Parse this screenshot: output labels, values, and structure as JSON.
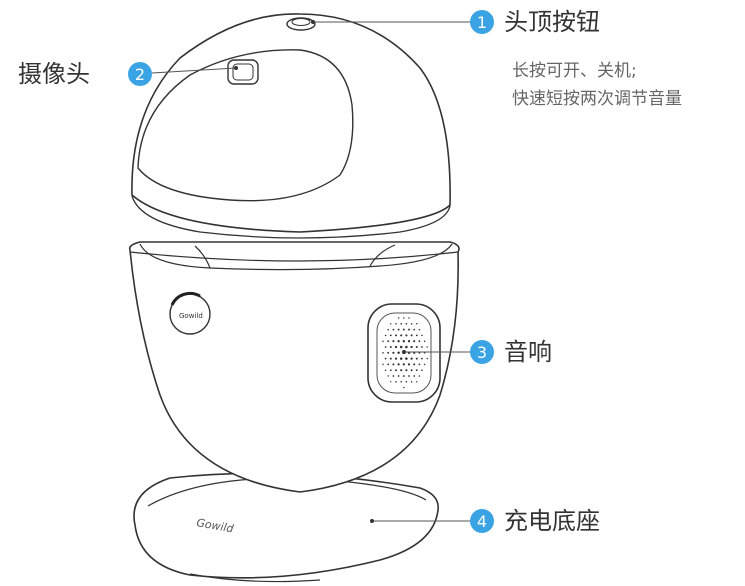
{
  "accent_color": "#3aa3e3",
  "callouts": [
    {
      "number": "1",
      "label": "头顶按钮"
    },
    {
      "number": "2",
      "label": "摄像头"
    },
    {
      "number": "3",
      "label": "音响"
    },
    {
      "number": "4",
      "label": "充电底座"
    }
  ],
  "top_button_description": [
    "长按可开、关机;",
    "快速短按两次调节音量"
  ],
  "logo_text": "Gowild",
  "base_logo_text": "Gowild"
}
